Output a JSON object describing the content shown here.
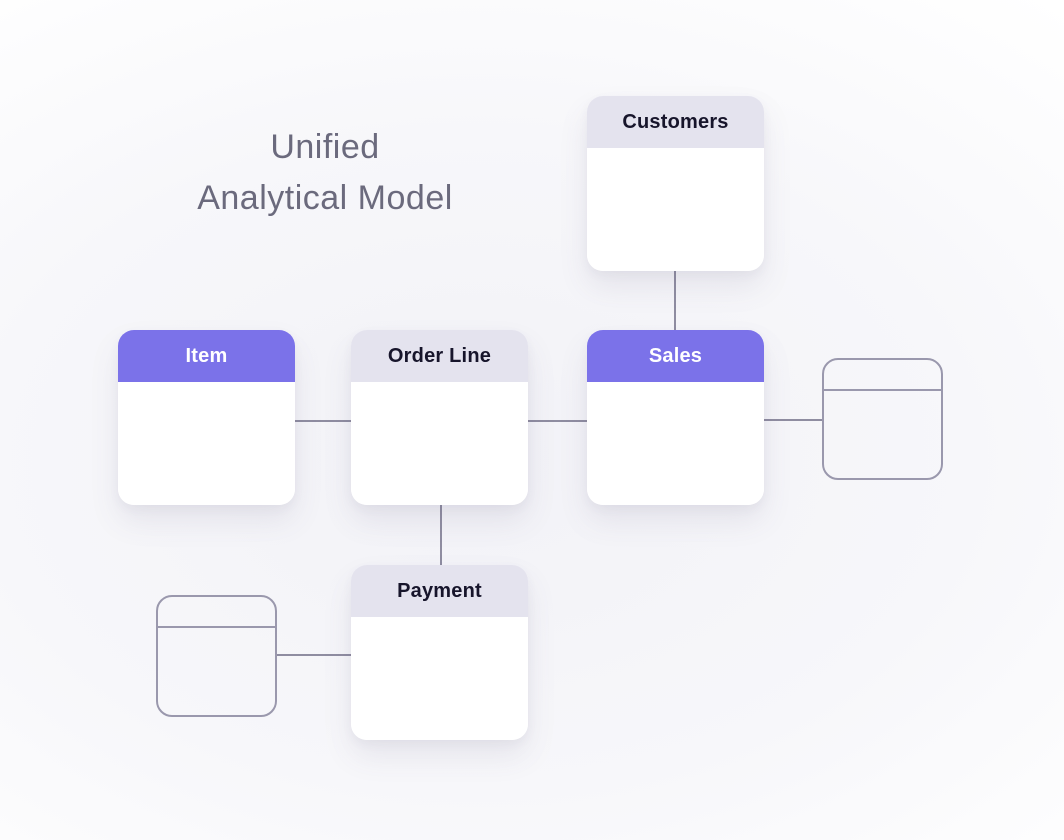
{
  "title": {
    "line1": "Unified",
    "line2": "Analytical Model"
  },
  "entities": {
    "customers": {
      "label": "Customers",
      "header_style": "gray"
    },
    "item": {
      "label": "Item",
      "header_style": "purple"
    },
    "order_line": {
      "label": "Order Line",
      "header_style": "gray"
    },
    "sales": {
      "label": "Sales",
      "header_style": "purple"
    },
    "payment": {
      "label": "Payment",
      "header_style": "gray"
    }
  },
  "placeholders": {
    "right_of_sales": {
      "label": ""
    },
    "left_of_payment": {
      "label": ""
    }
  },
  "connections": [
    {
      "from": "customers",
      "to": "sales"
    },
    {
      "from": "item",
      "to": "order_line"
    },
    {
      "from": "order_line",
      "to": "sales"
    },
    {
      "from": "sales",
      "to": "right_placeholder"
    },
    {
      "from": "order_line",
      "to": "payment"
    },
    {
      "from": "left_placeholder",
      "to": "payment"
    }
  ],
  "colors": {
    "accent_purple": "#7b72e9",
    "header_gray": "#e4e3ee",
    "text_dark": "#17152b",
    "title_gray": "#6b6a7d",
    "connector": "#8f8da1",
    "outline_box_border": "#9a98ad",
    "box_background": "#ffffff"
  }
}
